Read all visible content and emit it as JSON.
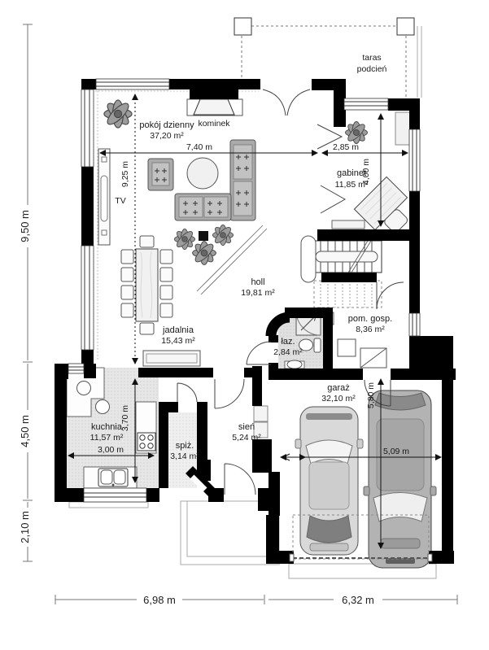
{
  "plan": {
    "title": "house ground floor plan",
    "rooms": {
      "living": {
        "name": "pokój dzienny",
        "area": "37,20 m²"
      },
      "fireplace": {
        "name": "kominek"
      },
      "office": {
        "name": "gabinet",
        "area": "11,85 m²"
      },
      "hall": {
        "name": "holl",
        "area": "19,81 m²"
      },
      "dining": {
        "name": "jadalnia",
        "area": "15,43 m²"
      },
      "kitchen": {
        "name": "kuchnia",
        "area": "11,57 m²"
      },
      "pantry": {
        "name": "spiż.",
        "area": "3,14 m²"
      },
      "vestibule": {
        "name": "sień",
        "area": "5,24 m²"
      },
      "bathroom": {
        "name": "łaz.",
        "area": "2,84 m²"
      },
      "utility": {
        "name": "pom. gosp.",
        "area": "8,36 m²"
      },
      "garage": {
        "name": "garaż",
        "area": "32,10 m²"
      },
      "terrace": {
        "line1": "taras",
        "line2": "podcień"
      },
      "tv_label": "TV"
    },
    "dimensions": {
      "left_total": "9,50 m",
      "left_kitchen": "4,50 m",
      "left_bottom": "2,10 m",
      "bottom_left": "6,98 m",
      "bottom_right": "6,32 m",
      "living_width": "7,40 m",
      "office_width": "2,85 m",
      "living_height": "9,25 m",
      "office_height": "4,00 m",
      "kitchen_width": "3,00 m",
      "kitchen_height": "3,70 m",
      "garage_height": "5,80 m",
      "garage_width": "5,09 m"
    },
    "colors": {
      "wall": "#000000",
      "furniture": "#ababab",
      "kitchen_floor": "#e6e6e6",
      "bath_floor": "#e0e0e0",
      "car_light": "#d9d9d9",
      "car_dark": "#b3b3b3"
    }
  }
}
